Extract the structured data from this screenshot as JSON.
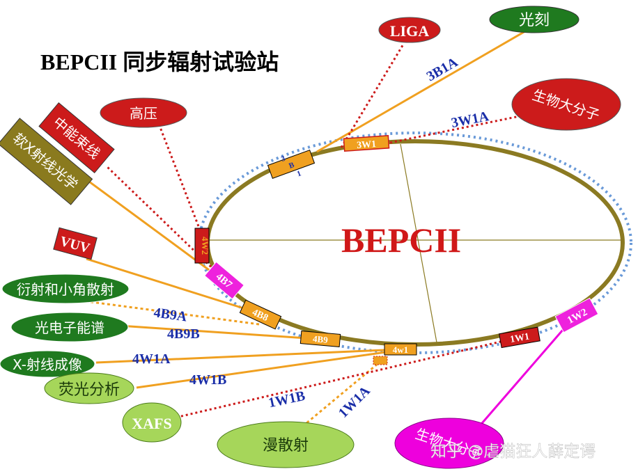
{
  "title": "BEPCII 同步辐射试验站",
  "ring_label": "BEPCII",
  "watermark": "知乎 @虐猫狂人薛定谔",
  "colors": {
    "ring": "#8b7a22",
    "orbit": "#6a9ad8",
    "beamline": "#f0a020",
    "red_beam": "#cc1b1b",
    "magenta": "#ee00dd",
    "text_blue": "#1a2ea8",
    "text_red": "#d01818"
  },
  "ports": {
    "p3w1": "3W1",
    "p3b1_a": "3",
    "p3b1_b": "B",
    "p3b1_c": "1",
    "p4w2": "4W2",
    "p4b7": "4B7",
    "p4b8": "4B8",
    "p4b9": "4B9",
    "p4w1": "4w1",
    "p1w1": "1W1",
    "p1w2": "1W2"
  },
  "lines": {
    "l3b1a": "3B1A",
    "l3w1a": "3W1A",
    "l4b9a": "4B9A",
    "l4b9b": "4B9B",
    "l4w1a": "4W1A",
    "l4w1b": "4W1B",
    "l1w1b": "1W1B",
    "l1w1a": "1W1A"
  },
  "stations": {
    "liga": "LIGA",
    "lithography": "光刻",
    "bio_macro_top": "生物大分子",
    "high_pressure": "高压",
    "mid_energy": "中能束线",
    "soft_xray": "软X射线光学",
    "vuv": "VUV",
    "diffraction": "衍射和小角散射",
    "photoelectron": "光电子能谱",
    "xray_imaging": "X-射线成像",
    "fluorescence": "荧光分析",
    "xafs": "XAFS",
    "diffuse": "漫散射",
    "bio_macro_bottom": "生物大分子"
  }
}
